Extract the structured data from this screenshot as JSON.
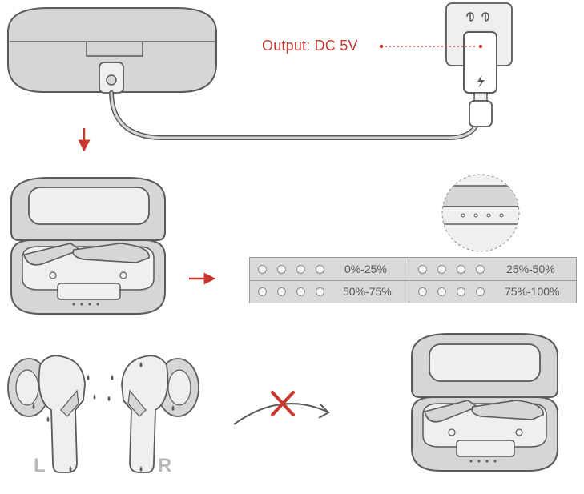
{
  "charger": {
    "output_label": "Output: DC 5V"
  },
  "battery_table": {
    "rows": [
      [
        {
          "range": "0%-25%"
        },
        {
          "range": "25%-50%"
        }
      ],
      [
        {
          "range": "50%-75%"
        },
        {
          "range": "75%-100%"
        }
      ]
    ]
  },
  "earbuds": {
    "left_label": "L",
    "right_label": "R"
  },
  "colors": {
    "accent_red": "#c8372d",
    "line_gray": "#5a5a5a",
    "fill_gray": "#d6d6d6",
    "light_gray": "#efefef"
  }
}
